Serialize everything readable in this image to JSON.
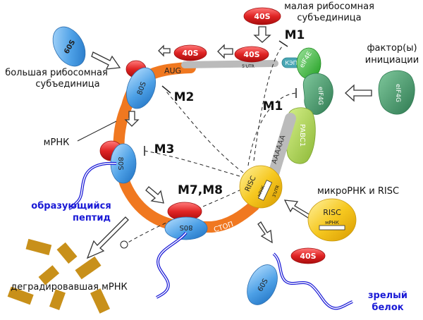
{
  "labels": {
    "small_subunit": [
      "малая рибосомная",
      "субъединица"
    ],
    "large_subunit": [
      "большая рибосомная",
      "субъединица"
    ],
    "initiation_factors": [
      "фактор(ы)",
      "инициации"
    ],
    "mrna": "мРНК",
    "mirna_risc": "микроРНК и RISC",
    "nascent_peptide": [
      "образующийся",
      "пептид"
    ],
    "degraded_mrna": "деградировавшая мРНК",
    "mature_protein": [
      "зрелый",
      "белок"
    ]
  },
  "mechanisms": {
    "m1_top": "M1",
    "m1_mid": "M1",
    "m2": "M2",
    "m3": "M3",
    "m78": "M7,M8"
  },
  "ribosomes": {
    "s40": "40S",
    "s60": "60S",
    "s80": "80S"
  },
  "mrna_features": {
    "aug": "AUG",
    "utr5": "5'UTR",
    "utr3": "3'UTR",
    "stop": "СТОП",
    "poly_a": "AAAAAA",
    "cap": "КЭП"
  },
  "proteins": {
    "eif4e": "eIF4E",
    "eif4g": "eIF4G",
    "pabc1": "PABC1"
  },
  "risc": {
    "name": "RISC",
    "mirna": "мРНК"
  },
  "colors": {
    "mrna_orange": "#f07820",
    "ribosome_red": "#e02424",
    "ribosome_blue": "#4da0e6",
    "eif4e_green": "#3cc23c",
    "eif4g_green": "#3f9a67",
    "pabc1_green": "#a9d24a",
    "risc_yellow": "#f6c820",
    "peptide_blue": "#1a1ad6",
    "degraded_brown": "#c8901a"
  }
}
